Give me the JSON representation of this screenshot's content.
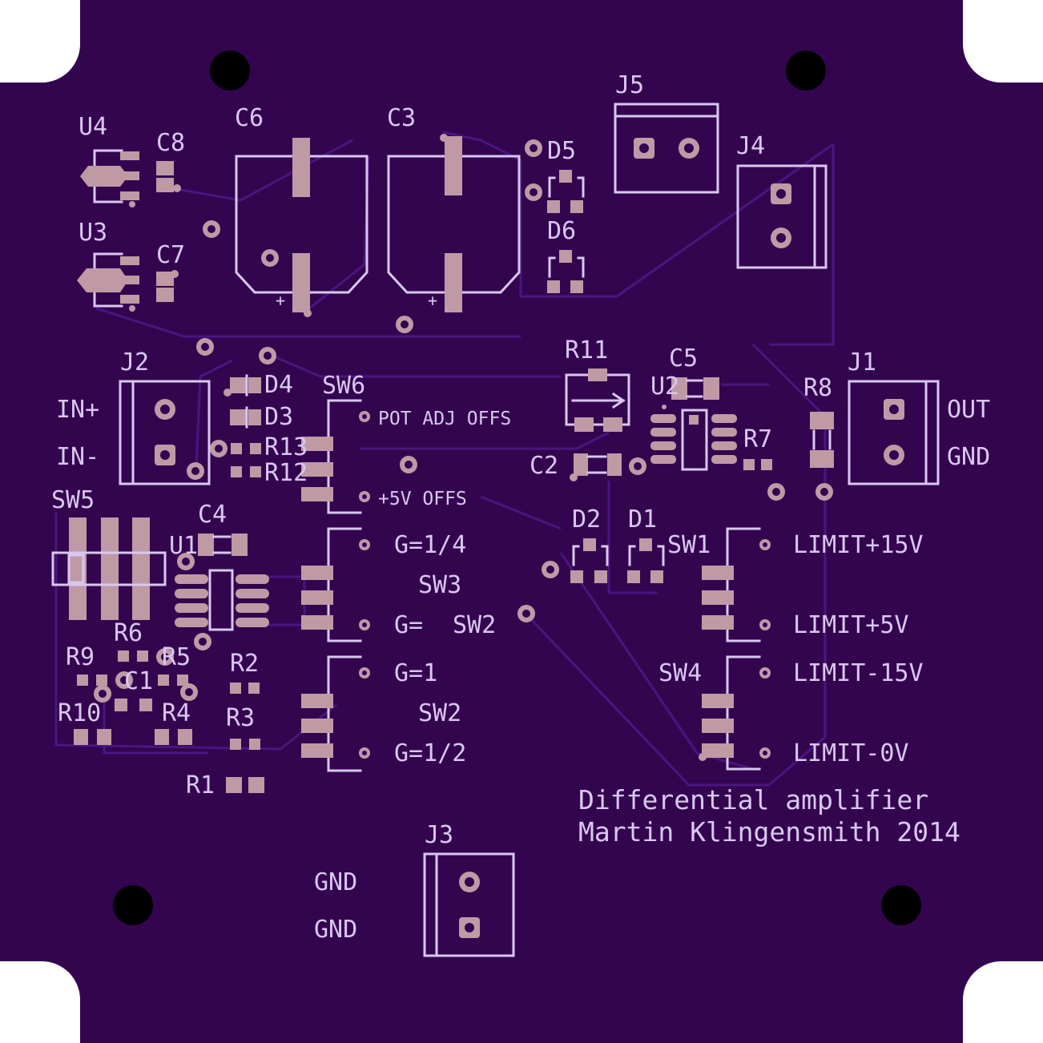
{
  "board": {
    "title_line1": "Differential amplifier",
    "title_line2": "Martin Klingensmith 2014",
    "colors": {
      "board": "#34054f",
      "silkscreen": "#d9c7f0",
      "pad": "#bf9aa5",
      "trace": "#4a1580",
      "mount_hole": "#000000"
    }
  },
  "refdes": {
    "U4": "U4",
    "C8": "C8",
    "U3": "U3",
    "C7": "C7",
    "C6": "C6",
    "C3": "C3",
    "D5": "D5",
    "D6": "D6",
    "J5": "J5",
    "J4": "J4",
    "J2": "J2",
    "D4": "D4",
    "D3": "D3",
    "R13": "R13",
    "R12": "R12",
    "SW6": "SW6",
    "R11": "R11",
    "C5": "C5",
    "U2": "U2",
    "R7": "R7",
    "C2": "C2",
    "R8": "R8",
    "J1": "J1",
    "SW5": "SW5",
    "C4": "C4",
    "U1": "U1",
    "SW3": "SW3",
    "SW2a": "SW2",
    "SW2b": "SW2",
    "D2": "D2",
    "D1": "D1",
    "SW1": "SW1",
    "SW4": "SW4",
    "R6": "R6",
    "R9": "R9",
    "R5": "R5",
    "C1": "C1",
    "R2": "R2",
    "R10": "R10",
    "R4": "R4",
    "R3": "R3",
    "R1": "R1",
    "J3": "J3"
  },
  "labels": {
    "in_plus": "IN+",
    "in_minus": "IN-",
    "out": "OUT",
    "gnd_j1": "GND",
    "pot_adj": "POT ADJ OFFS",
    "plus5v_offs": "+5V OFFS",
    "g_quarter": "G=1/4",
    "g_blank": "G=",
    "g_one": "G=1",
    "g_half": "G=1/2",
    "limit_p15": "LIMIT+15V",
    "limit_p5": "LIMIT+5V",
    "limit_m15": "LIMIT-15V",
    "limit_0": "LIMIT-0V",
    "gnd_1": "GND",
    "gnd_2": "GND",
    "cap_plus_c6": "+",
    "cap_plus_c3": "+"
  }
}
